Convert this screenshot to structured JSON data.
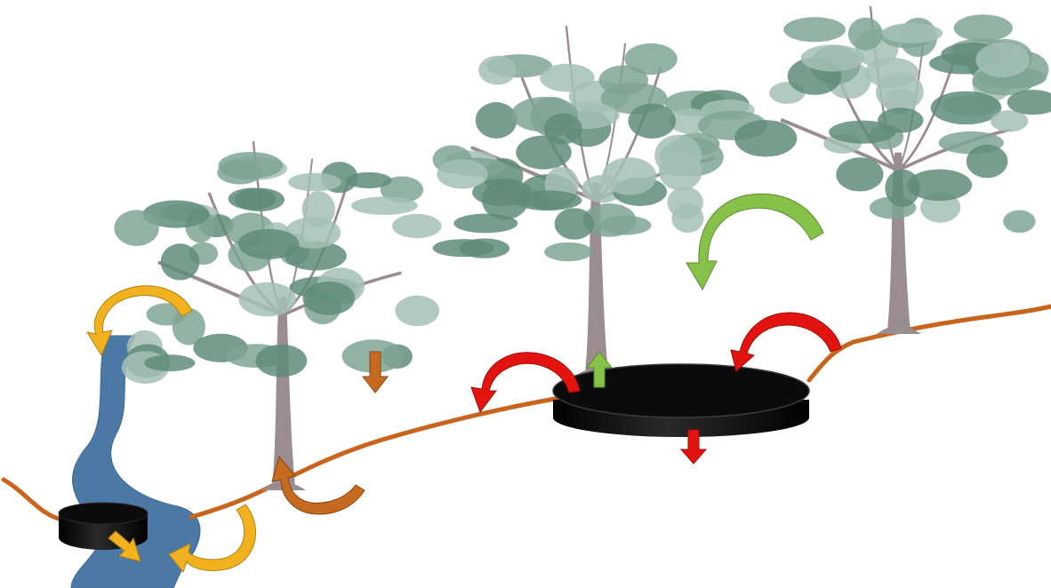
{
  "diagram": {
    "colors": {
      "background": "#ffffff",
      "ground_line": "#c8641c",
      "stream": "#4b78a4",
      "stream_edge": "#3e6a96",
      "trunk": "#9a8c8f",
      "foliage_dark": "#5f8c79",
      "foliage_mid": "#7fa493",
      "foliage_light": "#a4bfb5",
      "disc": "#0b0b0b",
      "arrow_yellow": "#f2b21f",
      "arrow_orange": "#c56a1f",
      "arrow_red": "#e3140f",
      "arrow_green": "#86c24a"
    },
    "trees": [
      {
        "name": "tree-left"
      },
      {
        "name": "tree-middle"
      },
      {
        "name": "tree-right"
      }
    ],
    "pools": [
      {
        "name": "small-pool"
      },
      {
        "name": "large-pool"
      }
    ],
    "arrows": [
      {
        "name": "arrow-yellow-canopy-to-stream",
        "color": "yellow"
      },
      {
        "name": "arrow-yellow-pool-to-stream",
        "color": "yellow"
      },
      {
        "name": "arrow-yellow-ground-to-stream",
        "color": "yellow"
      },
      {
        "name": "arrow-orange-ground-to-trunk",
        "color": "orange"
      },
      {
        "name": "arrow-orange-down",
        "color": "orange"
      },
      {
        "name": "arrow-red-pool-to-ground-left",
        "color": "red"
      },
      {
        "name": "arrow-red-ground-to-pool-right",
        "color": "red"
      },
      {
        "name": "arrow-red-down",
        "color": "red"
      },
      {
        "name": "arrow-green-up",
        "color": "green"
      },
      {
        "name": "arrow-green-canopy-loop",
        "color": "green"
      }
    ]
  }
}
